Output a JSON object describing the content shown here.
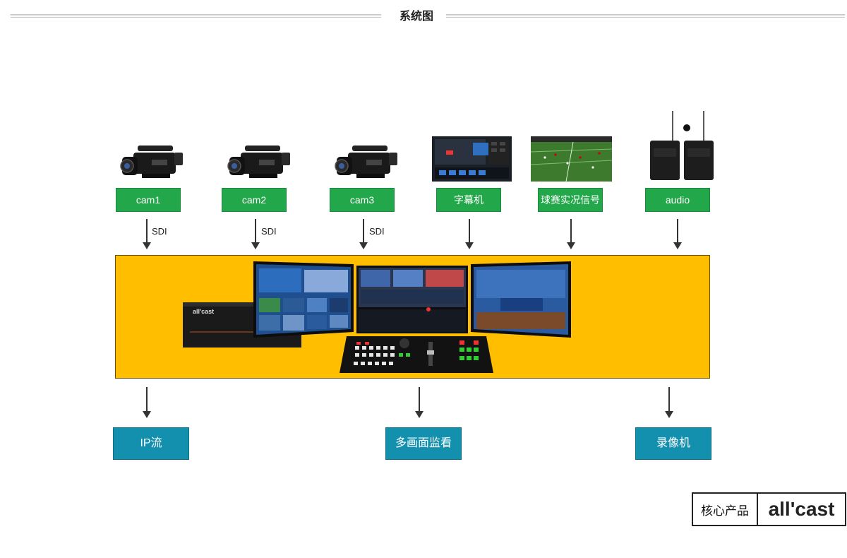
{
  "header": {
    "title": "系统图"
  },
  "sources": [
    {
      "label": "cam1",
      "icon": "video-camera-icon",
      "link": "SDI"
    },
    {
      "label": "cam2",
      "icon": "video-camera-icon",
      "link": "SDI"
    },
    {
      "label": "cam3",
      "icon": "video-camera-icon",
      "link": "SDI"
    },
    {
      "label": "字幕机",
      "icon": "caption-software-screen-icon",
      "link": ""
    },
    {
      "label": "球赛实况信号",
      "icon": "football-broadcast-icon",
      "link": ""
    },
    {
      "label": "audio",
      "icon": "wireless-microphone-icon",
      "link": ""
    }
  ],
  "system": {
    "icon": "allcast-production-system-image",
    "brand_on_device": "all'cast"
  },
  "outputs": [
    {
      "label": "IP流"
    },
    {
      "label": "多画面监看"
    },
    {
      "label": "录像机"
    }
  ],
  "footer": {
    "brand_text": "核心产品",
    "logo": "all'cast"
  },
  "colors": {
    "source_green": "#22a84a",
    "output_blue": "#1390ae",
    "system_yellow": "#ffbf00"
  }
}
